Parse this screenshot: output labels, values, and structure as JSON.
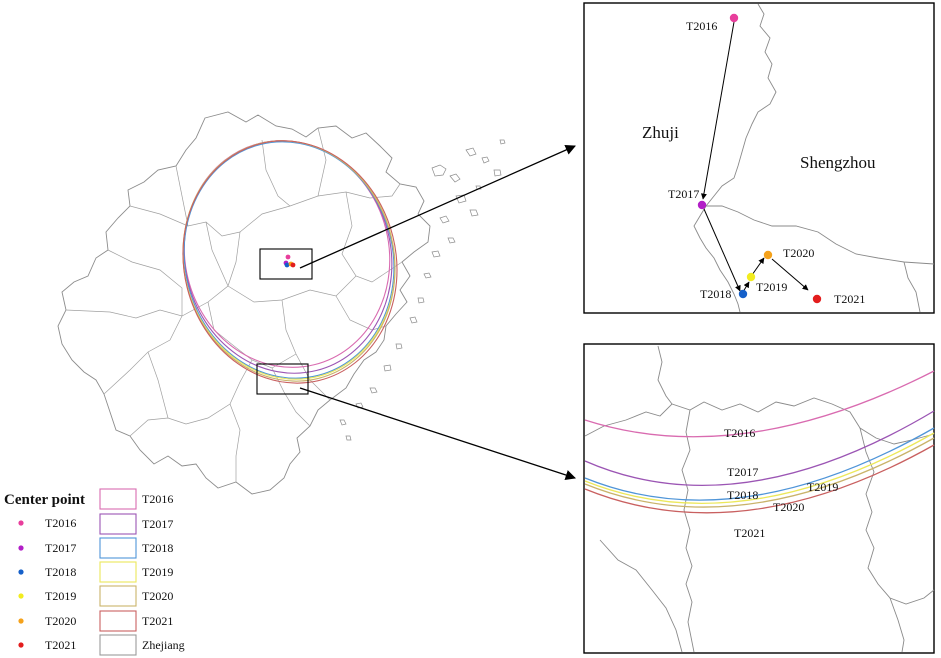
{
  "map": {
    "region_name": "Zhejiang",
    "inset_top": {
      "county_left": "Zhuji",
      "county_right": "Shengzhou",
      "points": [
        {
          "label": "T2016",
          "color": "#e83e9c"
        },
        {
          "label": "T2017",
          "color": "#b21fc7"
        },
        {
          "label": "T2018",
          "color": "#1560c9"
        },
        {
          "label": "T2019",
          "color": "#f2ec1f"
        },
        {
          "label": "T2020",
          "color": "#f5a21b"
        },
        {
          "label": "T2021",
          "color": "#e31d1d"
        }
      ]
    },
    "inset_bottom": {
      "ellipses": [
        {
          "label": "T2016",
          "color": "#d96bb0"
        },
        {
          "label": "T2017",
          "color": "#9b55b4"
        },
        {
          "label": "T2018",
          "color": "#4f95d8"
        },
        {
          "label": "T2019",
          "color": "#ece85a"
        },
        {
          "label": "T2020",
          "color": "#c9b36a"
        },
        {
          "label": "T2021",
          "color": "#c96060"
        }
      ]
    }
  },
  "legend": {
    "title": "Center point",
    "points": [
      {
        "label": "T2016",
        "color": "#e83e9c"
      },
      {
        "label": "T2017",
        "color": "#b21fc7"
      },
      {
        "label": "T2018",
        "color": "#1560c9"
      },
      {
        "label": "T2019",
        "color": "#f2ec1f"
      },
      {
        "label": "T2020",
        "color": "#f5a21b"
      },
      {
        "label": "T2021",
        "color": "#e31d1d"
      }
    ],
    "ellipses": [
      {
        "label": "T2016",
        "color": "#d96bb0"
      },
      {
        "label": "T2017",
        "color": "#9b55b4"
      },
      {
        "label": "T2018",
        "color": "#4f95d8"
      },
      {
        "label": "T2019",
        "color": "#ece85a"
      },
      {
        "label": "T2020",
        "color": "#c9b36a"
      },
      {
        "label": "T2021",
        "color": "#c96060"
      },
      {
        "label": "Zhejiang",
        "color": "#9a9a9a"
      }
    ]
  }
}
